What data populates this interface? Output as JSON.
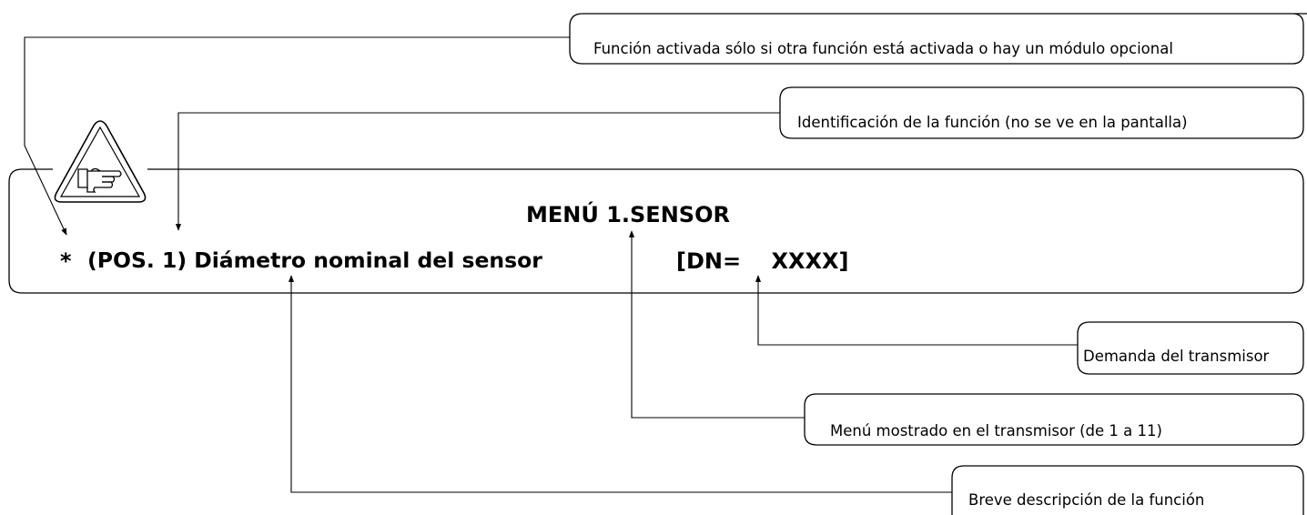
{
  "callouts": {
    "conditional": "Función activada sólo si otra función está activada o hay un módulo opcional",
    "identification": "Identificación de la función (no se ve en la pantalla)",
    "transmitter_demand": "Demanda del transmisor",
    "menu_shown": "Menú mostrado en el transmisor (de 1 a 11)",
    "short_description": "Breve descripción de la función"
  },
  "display": {
    "menu_title": "MENÚ 1.SENSOR",
    "asterisk": "*",
    "function_line": "(POS. 1) Diámetro nominal del sensor",
    "value": "[DN=    XXXX]"
  },
  "icons": {
    "warning": "pointing-hand-warning-triangle-icon"
  }
}
